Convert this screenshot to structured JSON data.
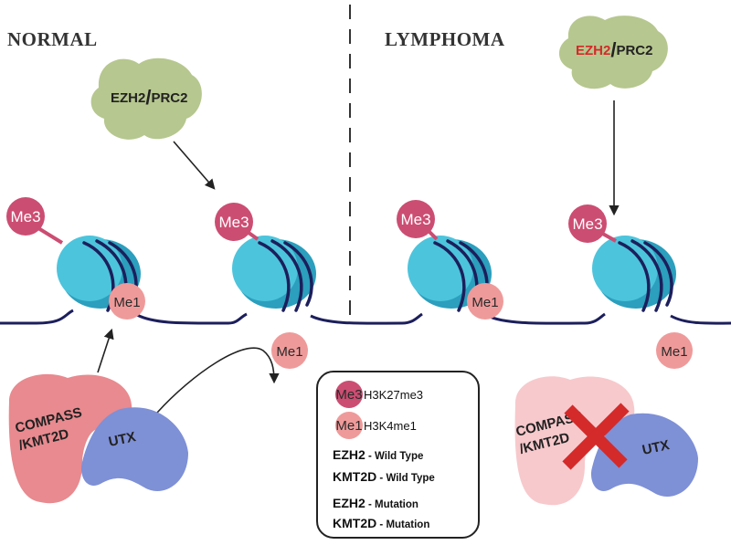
{
  "panels": {
    "normal_title": "NORMAL",
    "lymphoma_title": "LYMPHOMA"
  },
  "marks": {
    "me3": "Me3",
    "me1": "Me1"
  },
  "enzymes": {
    "ezh2": "EZH2",
    "slash": "/",
    "prc2": "PRC2",
    "compass_line1": "COMPASS",
    "compass_line2": "/KMT2D",
    "utx": "UTX"
  },
  "legend": {
    "h3k27_label": "H3K27me3",
    "h3k4_label": "H3K4me1",
    "wt_ezh2": "EZH2",
    "wt_ezh2_desc": " - Wild Type",
    "wt_kmt2d": "KMT2D",
    "wt_kmt2d_desc": " - Wild Type",
    "mut_ezh2": "EZH2",
    "mut_ezh2_desc": " - Mutation",
    "mut_kmt2d": "KMT2D",
    "mut_kmt2d_desc": " - Mutation"
  },
  "colors": {
    "mutation": "#d42a2a",
    "me3_fill": "#cc4d72",
    "me1_fill": "#ef9a9a",
    "nucleosome": "#35b6cf",
    "dna": "#1c1f5c",
    "prc2": "#b6c78f",
    "compass": "#e88a8f",
    "utx": "#7e90d6"
  },
  "icons": {
    "cross": "x-mark-icon",
    "arrow": "arrow-icon"
  }
}
